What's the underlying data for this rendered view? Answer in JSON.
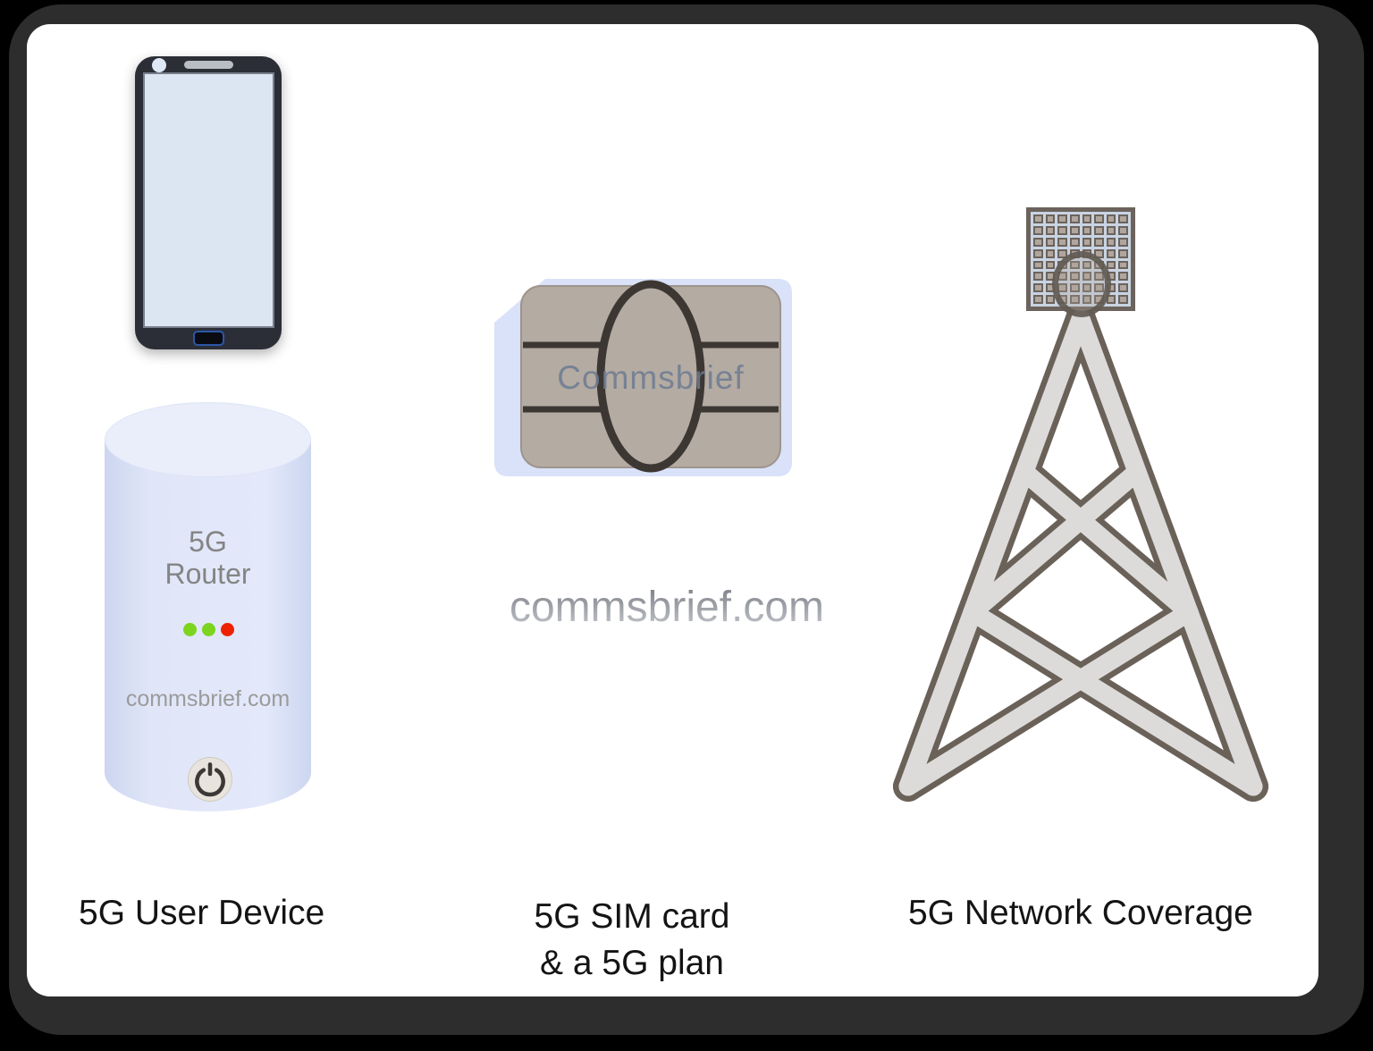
{
  "frame": {
    "outer_background": "#000000",
    "border_color": "#2d2d2d",
    "canvas_color": "#ffffff"
  },
  "watermark": {
    "text": "commsbrief.com"
  },
  "phone": {
    "body_color": "#2c2e37",
    "screen_color": "#dce6f3",
    "home_button_accent": "#2b57a8"
  },
  "router": {
    "title_line1": "5G",
    "title_line2": "Router",
    "brand": "commsbrief.com",
    "body_color": "#dbe3f7",
    "leds": [
      "#7cd41f",
      "#7cd41f",
      "#ee2200"
    ]
  },
  "sim": {
    "brand": "Commsbrief",
    "card_color": "#d9e2f8",
    "chip_color": "#b4aba3",
    "chip_line_color": "#3d3734"
  },
  "tower": {
    "fill_color": "#dcdbd9",
    "outline_color": "#6a6158",
    "panel_cell_color": "#b1a69d",
    "panel_cells": 64
  },
  "labels": {
    "device": "5G User Device",
    "sim_line1": "5G SIM card",
    "sim_line2": "& a 5G plan",
    "coverage": "5G Network Coverage"
  }
}
